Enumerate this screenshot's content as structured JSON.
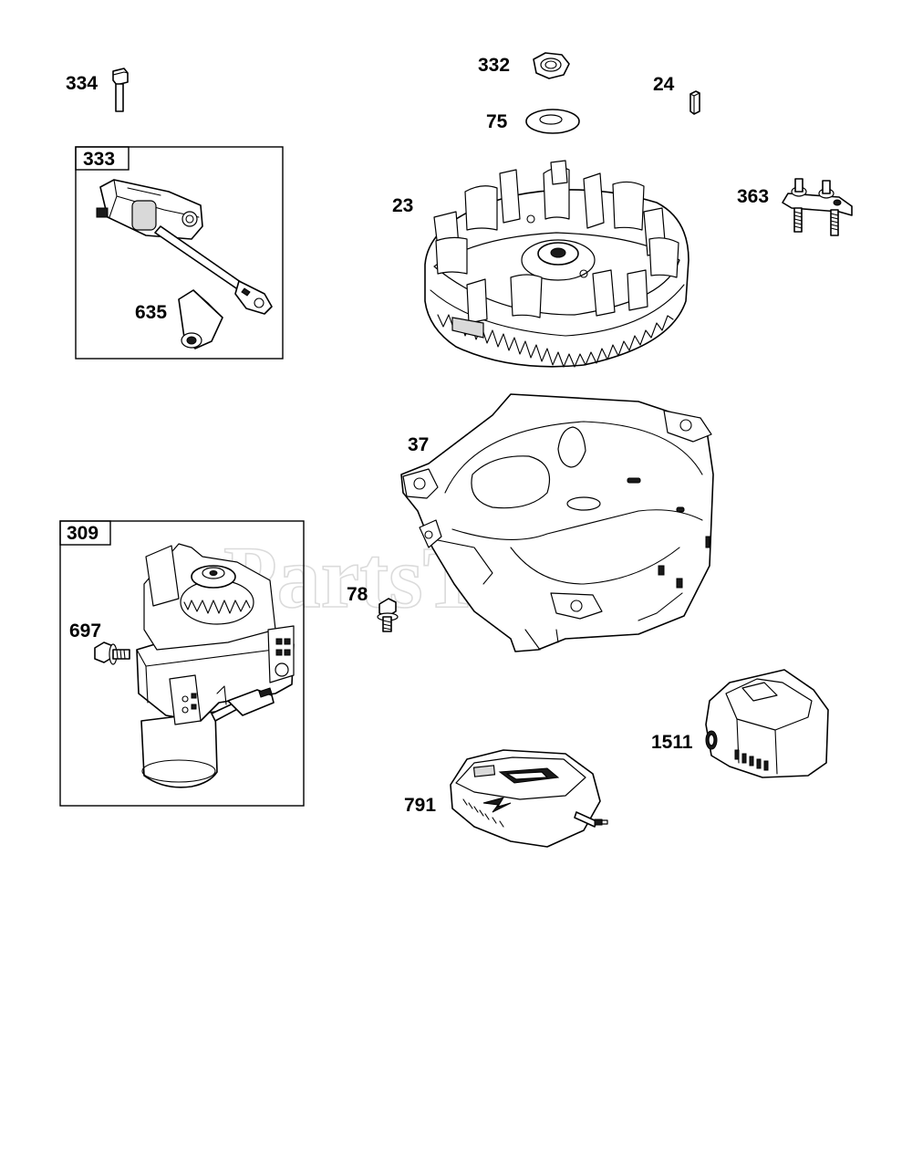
{
  "callouts": {
    "c334": "334",
    "c332": "332",
    "c24": "24",
    "c75": "75",
    "c23": "23",
    "c363": "363",
    "c635": "635",
    "c37": "37",
    "c697": "697",
    "c78": "78",
    "c1511": "1511",
    "c791": "791"
  },
  "boxes": {
    "b333": "333",
    "b309": "309"
  },
  "watermark": {
    "text": "PartsTree",
    "tm": "™"
  },
  "colors": {
    "line": "#000000",
    "background": "#ffffff",
    "watermark": "#cfcfcf"
  }
}
